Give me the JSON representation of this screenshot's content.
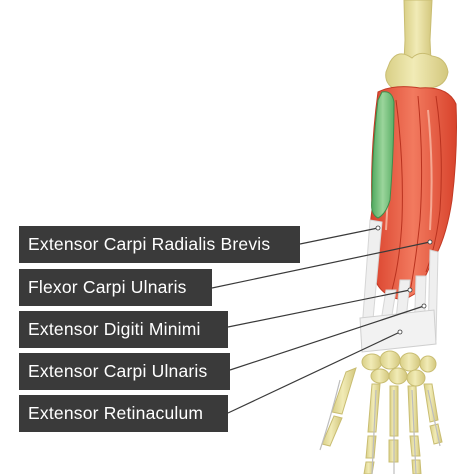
{
  "labels": [
    {
      "text": "Extensor Carpi Radialis Brevis"
    },
    {
      "text": "Flexor Carpi Ulnaris"
    },
    {
      "text": "Extensor Digiti Minimi"
    },
    {
      "text": "Extensor Carpi Ulnaris"
    },
    {
      "text": "Extensor Retinaculum"
    }
  ],
  "colors": {
    "label_bg": "#3a3a3a",
    "label_text": "#ffffff",
    "bone": "#ece5a6",
    "bone_shade": "#d7cd84",
    "muscle": "#e8533c",
    "muscle_light": "#f18e76",
    "tendon": "#e9e9e9",
    "highlight_muscle": "#6fc27a",
    "leader_line": "#3a3a3a"
  }
}
